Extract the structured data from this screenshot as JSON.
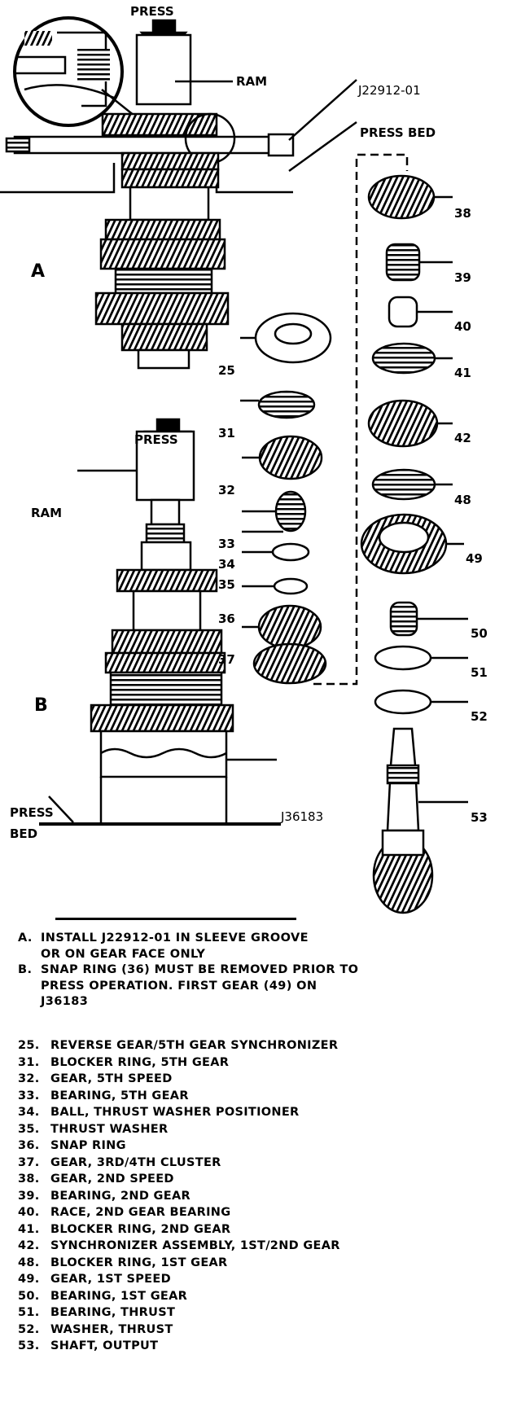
{
  "diagram": {
    "press_top": "PRESS",
    "ram_top": "RAM",
    "tool_a": "J22912-01",
    "press_bed_top": "PRESS BED",
    "view_a": "A",
    "press_bottom": "PRESS",
    "ram_bottom": "RAM",
    "view_b": "B",
    "press_bed_bottom_1": "PRESS",
    "press_bed_bottom_2": "BED",
    "tool_b": "J36183",
    "part_labels": {
      "p25": "25",
      "p31": "31",
      "p32": "32",
      "p33": "33",
      "p34": "34",
      "p35": "35",
      "p36": "36",
      "p37": "37",
      "p38": "38",
      "p39": "39",
      "p40": "40",
      "p41": "41",
      "p42": "42",
      "p48": "48",
      "p49": "49",
      "p50": "50",
      "p51": "51",
      "p52": "52",
      "p53": "53"
    }
  },
  "notes": [
    {
      "key": "A.",
      "lines": [
        "INSTALL J22912-01 IN SLEEVE GROOVE",
        "OR ON GEAR FACE ONLY"
      ]
    },
    {
      "key": "B.",
      "lines": [
        "SNAP RING (36) MUST BE REMOVED PRIOR TO",
        "PRESS OPERATION. FIRST GEAR (49) ON",
        "J36183"
      ]
    }
  ],
  "legend": [
    {
      "num": "25.",
      "text": "REVERSE GEAR/5TH GEAR SYNCHRONIZER"
    },
    {
      "num": "31.",
      "text": "BLOCKER RING, 5TH GEAR"
    },
    {
      "num": "32.",
      "text": "GEAR, 5TH SPEED"
    },
    {
      "num": "33.",
      "text": "BEARING, 5TH GEAR"
    },
    {
      "num": "34.",
      "text": "BALL, THRUST WASHER POSITIONER"
    },
    {
      "num": "35.",
      "text": "THRUST WASHER"
    },
    {
      "num": "36.",
      "text": "SNAP RING"
    },
    {
      "num": "37.",
      "text": "GEAR, 3RD/4TH CLUSTER"
    },
    {
      "num": "38.",
      "text": "GEAR, 2ND SPEED"
    },
    {
      "num": "39.",
      "text": "BEARING, 2ND GEAR"
    },
    {
      "num": "40.",
      "text": "RACE, 2ND GEAR BEARING"
    },
    {
      "num": "41.",
      "text": "BLOCKER RING, 2ND GEAR"
    },
    {
      "num": "42.",
      "text": "SYNCHRONIZER ASSEMBLY, 1ST/2ND GEAR"
    },
    {
      "num": "48.",
      "text": "BLOCKER RING, 1ST GEAR"
    },
    {
      "num": "49.",
      "text": "GEAR, 1ST SPEED"
    },
    {
      "num": "50.",
      "text": "BEARING, 1ST GEAR"
    },
    {
      "num": "51.",
      "text": "BEARING, THRUST"
    },
    {
      "num": "52.",
      "text": "WASHER, THRUST"
    },
    {
      "num": "53.",
      "text": "SHAFT, OUTPUT"
    }
  ]
}
